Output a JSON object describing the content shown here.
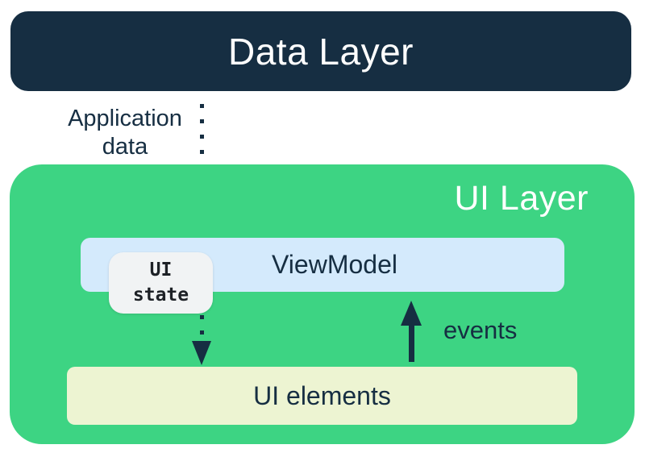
{
  "boxes": {
    "data_layer": {
      "label": "Data Layer"
    },
    "ui_layer": {
      "label": "UI Layer"
    },
    "viewmodel": {
      "label": "ViewModel"
    },
    "ui_state": {
      "line1": "UI",
      "line2": "state"
    },
    "ui_elements": {
      "label": "UI elements"
    }
  },
  "arrows": {
    "application_data": {
      "style": "dotted",
      "direction": "down",
      "from": "Data Layer",
      "to": "ViewModel / UI elements",
      "label_line1": "Application",
      "label_line2": "data"
    },
    "events": {
      "style": "solid",
      "direction": "up",
      "from": "UI elements",
      "to": "ViewModel",
      "label": "events"
    }
  },
  "colors": {
    "navy": "#162e42",
    "green": "#3dd483",
    "light-blue": "#d4eafc",
    "badge-gray": "#f1f3f4",
    "pale-yellow": "#edf4d2",
    "white": "#ffffff"
  }
}
